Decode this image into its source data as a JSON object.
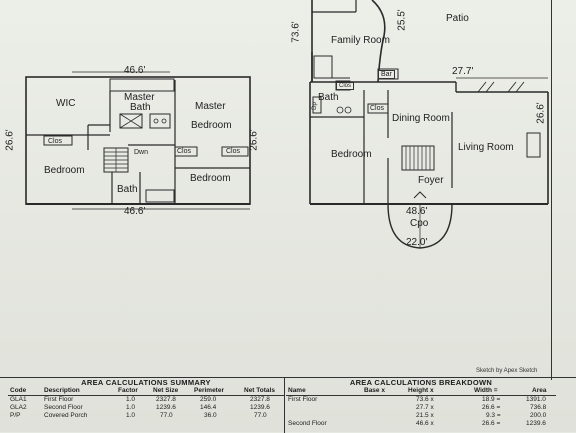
{
  "left_plan": {
    "top_dim": "46.6'",
    "bottom_dim": "46.6'",
    "left_dim": "26.6'",
    "right_dim": "26.6'",
    "rooms": {
      "wic": "WIC",
      "master_bath_1": "Master",
      "master_bath_2": "Bath",
      "master_bedroom_1": "Master",
      "master_bedroom_2": "Bedroom",
      "clos_left": "Clos",
      "clos_mid": "Clos",
      "clos_right": "Clos",
      "dwn": "Dwn",
      "bedroom_left": "Bedroom",
      "bath": "Bath",
      "bedroom_right": "Bedroom"
    }
  },
  "right_plan": {
    "dim_family_height": "73.6'",
    "dim_family_right": "25.5'",
    "dim_top_width": "27.7'",
    "dim_right_height": "26.6'",
    "dim_porch_width": "48.6'",
    "dim_bottom_width": "22.0'",
    "rooms": {
      "patio": "Patio",
      "family_room": "Family Room",
      "clos_top": "Clos",
      "bar": "Bar",
      "dp": "Dp",
      "bath": "Bath",
      "clos_mid": "Clos",
      "dining_room": "Dining Room",
      "bedroom": "Bedroom",
      "living_room": "Living Room",
      "foyer": "Foyer",
      "cpo": "Cpo"
    }
  },
  "sketch_credit": "Sketch by Apex Sketch",
  "summary": {
    "title": "AREA CALCULATIONS SUMMARY",
    "headers": [
      "Code",
      "Description",
      "Factor",
      "Net Size",
      "Perimeter",
      "Net Totals"
    ],
    "rows": [
      [
        "GLA1",
        "First Floor",
        "1.0",
        "2327.8",
        "259.0",
        "2327.8"
      ],
      [
        "GLA2",
        "Second Floor",
        "1.0",
        "1239.6",
        "146.4",
        "1239.6"
      ],
      [
        "P/P",
        "Covered Porch",
        "1.0",
        "77.0",
        "36.0",
        "77.0"
      ]
    ]
  },
  "breakdown": {
    "title": "AREA CALCULATIONS BREAKDOWN",
    "headers": [
      "Name",
      "Base x",
      "Height x",
      "Width =",
      "Area"
    ],
    "rows": [
      [
        "First Floor",
        "",
        "73.6 x",
        "18.9 =",
        "1391.0"
      ],
      [
        "",
        "",
        "27.7 x",
        "26.6 =",
        "736.8"
      ],
      [
        "",
        "",
        "21.5 x",
        "9.3 =",
        "200.0"
      ],
      [
        "Second Floor",
        "",
        "46.6 x",
        "26.6 =",
        "1239.6"
      ]
    ]
  }
}
